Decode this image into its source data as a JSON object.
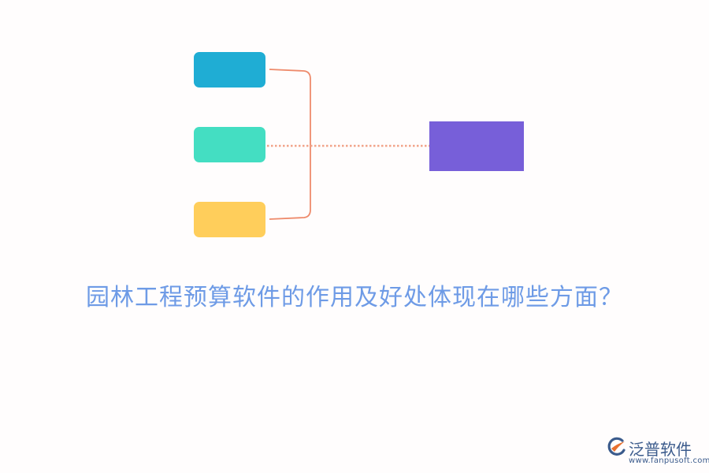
{
  "title": "园林工程预算软件的作用及好处体现在哪些方面？",
  "nodes": [
    {
      "name": "node-blue",
      "color": "#1fadd4"
    },
    {
      "name": "node-green",
      "color": "#44dec2"
    },
    {
      "name": "node-yellow",
      "color": "#ffce5b"
    }
  ],
  "target": {
    "color": "#775fd9"
  },
  "connector": {
    "bracket_color": "#ee8a6b",
    "dotted_color": "#f1a388"
  },
  "brand": {
    "name": "泛普软件",
    "url": "www.fanpusoft.com",
    "logo_icon": "fanpu-logo-icon",
    "color": "#3b5b8c",
    "accent": "#e8702e"
  }
}
